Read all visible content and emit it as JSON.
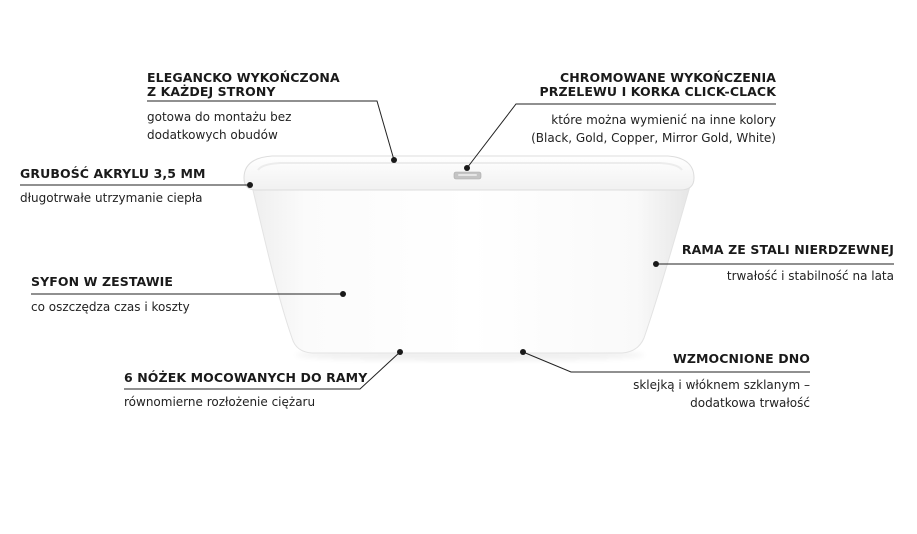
{
  "features": {
    "elegancko": {
      "title_lines": [
        "ELEGANCKO WYKOŃCZONA",
        "Z KAŻDEJ STRONY"
      ],
      "desc_lines": [
        "gotowa do montażu bez",
        "dodatkowych obudów"
      ]
    },
    "chromowane": {
      "title_lines": [
        "CHROMOWANE WYKOŃCZENIA",
        "PRZELEWU I KORKA CLICK-CLACK"
      ],
      "desc_lines": [
        "które można wymienić na inne kolory",
        "(Black, Gold, Copper, Mirror Gold, White)"
      ]
    },
    "grubosc": {
      "title_lines": [
        "GRUBOŚĆ AKRYLU 3,5 MM"
      ],
      "desc_lines": [
        "długotrwałe utrzymanie ciepła"
      ]
    },
    "rama": {
      "title_lines": [
        "RAMA ZE STALI NIERDZEWNEJ"
      ],
      "desc_lines": [
        "trwałość i stabilność na lata"
      ]
    },
    "syfon": {
      "title_lines": [
        "SYFON W ZESTAWIE"
      ],
      "desc_lines": [
        "co oszczędza czas i koszty"
      ]
    },
    "nozki": {
      "title_lines": [
        "6 NÓŻEK MOCOWANYCH DO RAMY"
      ],
      "desc_lines": [
        "równomierne rozłożenie ciężaru"
      ]
    },
    "dno": {
      "title_lines": [
        "WZMOCNIONE DNO"
      ],
      "desc_lines": [
        "sklejką i włóknem szklanym –",
        "dodatkowa trwałość"
      ]
    }
  },
  "colors": {
    "background": "#ffffff",
    "line": "#222222",
    "tub_edge": "#d8d8d8",
    "overflow_chrome": "#bfbfbf"
  }
}
